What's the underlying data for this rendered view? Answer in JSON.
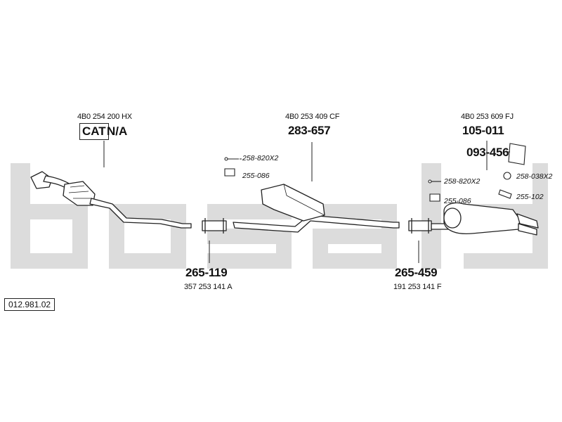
{
  "diagram_number": "012.981.02",
  "catalytic": {
    "oem": "4B0 254 200 HX",
    "cat_label": "CAT",
    "status": "N/A"
  },
  "middle_silencer": {
    "oem": "4B0 253 409 CF",
    "part": "283-657"
  },
  "rear_silencer": {
    "oem": "4B0 253 609 FJ",
    "part": "105-011",
    "hanger_part": "093-456"
  },
  "clamp_front": {
    "part": "265-119",
    "oem": "357 253 141 A"
  },
  "clamp_rear": {
    "part": "265-459",
    "oem": "191 253 141 F"
  },
  "accessories_mid": [
    {
      "code": "258-820X2"
    },
    {
      "code": "255-086"
    }
  ],
  "accessories_rear": [
    {
      "code": "258-820X2"
    },
    {
      "code": "255-086"
    },
    {
      "code": "258-038X2"
    },
    {
      "code": "255-102"
    }
  ],
  "colors": {
    "watermark": "#dcdcdc",
    "line": "#222222"
  }
}
